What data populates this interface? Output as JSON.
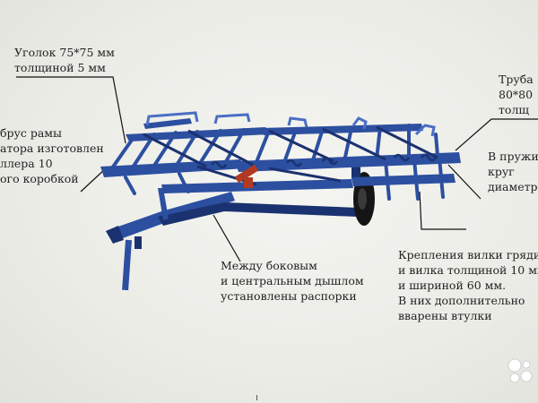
{
  "labels": {
    "angle": [
      "Уголок 75*75 мм",
      "толщиной 5 мм"
    ],
    "pipe": [
      "Труба",
      "80*80",
      "толщ"
    ],
    "frame_beam": [
      "брус рамы",
      "атора изготовлен",
      "ллера 10",
      "ого коробкой"
    ],
    "spring": [
      "В пружи",
      "круг",
      "диаметр"
    ],
    "spacers": [
      "Между боковым",
      "и центральным дышлом",
      "установлены распорки"
    ],
    "fork": [
      "Крепления вилки гряди",
      "и вилка толщиной 10 мм",
      "и   шириной 60 мм.",
      "В них дополнительно",
      "вварены  втулки"
    ]
  },
  "colors": {
    "frame": "#2c4fa0",
    "frame_dark": "#1b3270",
    "frame_light": "#4a6fc4",
    "wheel": "#151515",
    "accent": "#b23a22",
    "leader": "#111111"
  },
  "icons": {
    "watermark": "avito-dots-icon"
  }
}
